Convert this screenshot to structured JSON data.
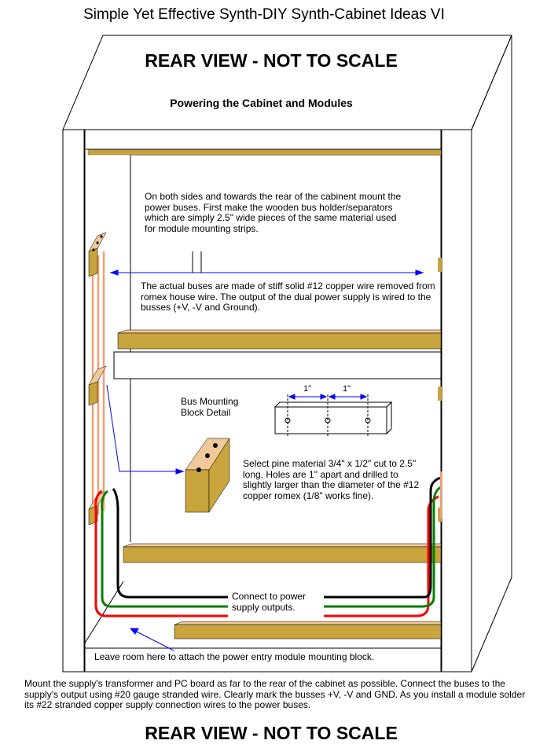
{
  "title": "Simple Yet Effective Synth-DIY Synth-Cabinet Ideas VI",
  "heading_top": "REAR VIEW - NOT TO SCALE",
  "subheading": "Powering the Cabinet and Modules",
  "note_buses": "On both sides and towards the rear of the cabinent mount the power buses. First make the wooden bus holder/separators which are simply 2.5\" wide pieces of the same material used for module mounting strips.",
  "note_copper": "The actual buses are made of stiff solid #12 copper wire removed from romex house wire. The output of the dual power supply is wired to the busses (+V, -V and Ground).",
  "note_detail_title": "Bus Mounting Block Detail",
  "dim_label_1": "1\"",
  "dim_label_2": "1\"",
  "note_pine": "Select pine material 3/4\" x 1/2\" cut to 2.5\" long. Holes are 1\" apart and drilled to slightly larger than the diameter of the #12 copper romex (1/8\" works fine).",
  "note_connect": "Connect to power supply outputs.",
  "note_room": "Leave room here to attach the power entry module mounting block.",
  "note_mount": "Mount the supply's transformer and PC board as far to the rear of the cabinet as possible. Connect the buses to the supply's output using #20 gauge stranded wire. Clearly mark the busses +V, -V and GND. As you install a module solder its #22 stranded copper supply connection wires to the power buses.",
  "heading_bottom": "REAR VIEW - NOT TO SCALE",
  "colors": {
    "wood": "#c8a43c",
    "wood_top": "#f0c89a",
    "copper": "#f0a070",
    "wire_black": "#000000",
    "wire_green": "#008000",
    "wire_red": "#ff0000",
    "arrow": "#0000ff"
  }
}
